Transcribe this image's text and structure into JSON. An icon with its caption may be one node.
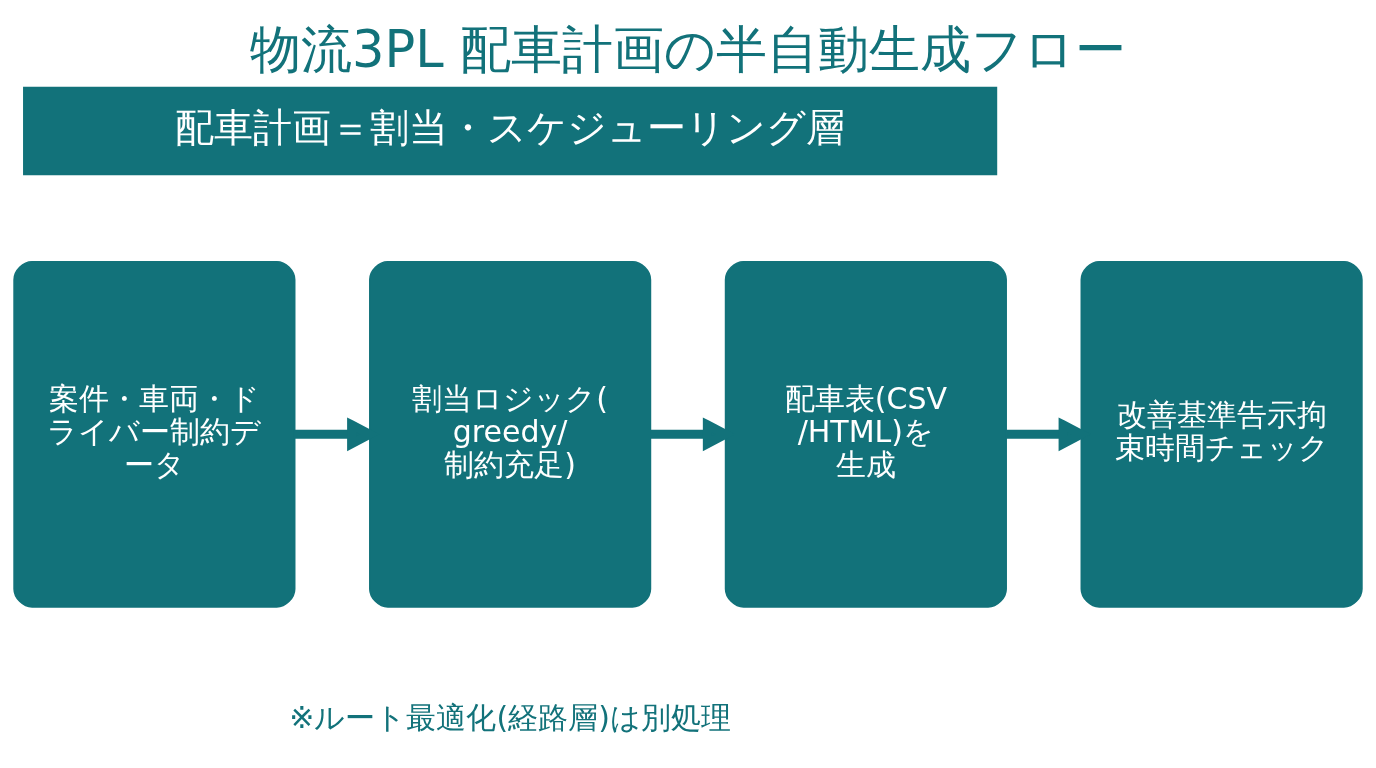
{
  "diagram": {
    "title": "物流3PL 配車計画の半自動生成フロー",
    "nodes": [
      {
        "text": [
          "配車計画＝割当・スケジューリング層"
        ]
      },
      {
        "text": [
          "案件・車両・ドライバー制約データ"
        ]
      },
      {
        "text": [
          "割当ロジック(greedy/制約充足)"
        ]
      },
      {
        "text": [
          "配車表(CSV/HTML)を生成"
        ]
      },
      {
        "text": [
          "改善基準告示拘束時間チェック"
        ]
      }
    ],
    "edges": [
      {
        "from": 1,
        "to": 2,
        "arrow": "to"
      },
      {
        "from": 2,
        "to": 3,
        "arrow": "to"
      },
      {
        "from": 3,
        "to": 4,
        "arrow": "to"
      }
    ],
    "labels": [
      "※ルート最適化(経路層)は別処理"
    ]
  }
}
